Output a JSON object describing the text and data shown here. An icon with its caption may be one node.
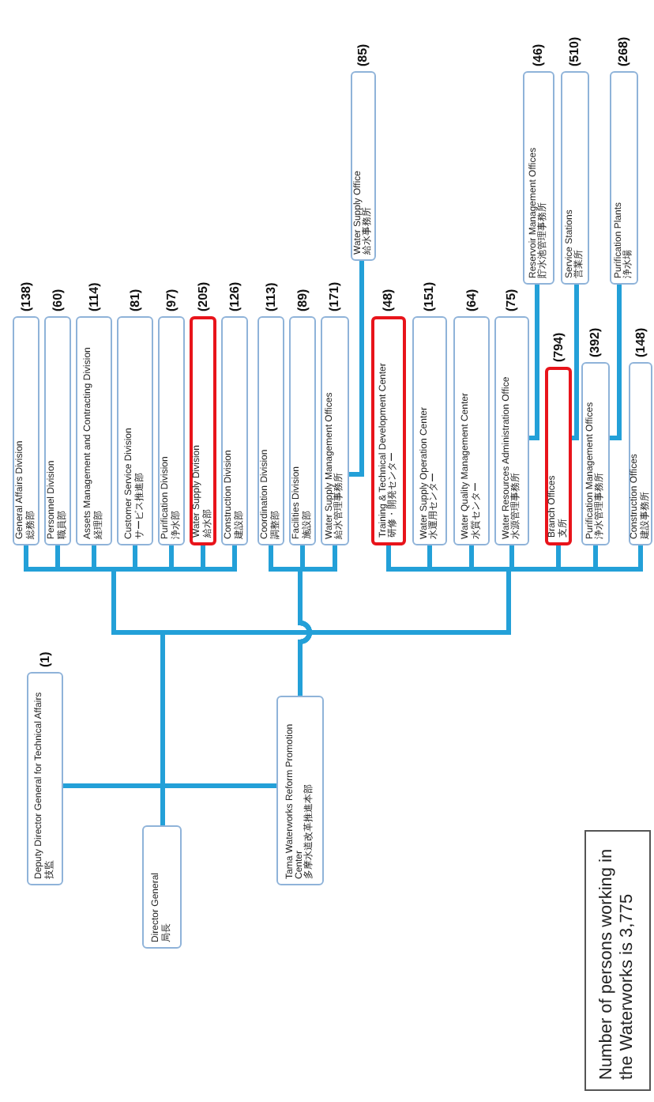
{
  "diagram": {
    "nodes": [
      {
        "text": [
          "Director General",
          "局長"
        ]
      },
      {
        "text": [
          "Deputy Director General for Technical Affairs",
          "技監"
        ],
        "beside": [
          "(1)"
        ]
      },
      {
        "text": [
          "Tama Waterworks Reform Promotion Center",
          "多摩水道改革推進本部"
        ]
      },
      {
        "text": [
          "General Affairs Division",
          "総務部"
        ],
        "beside": [
          "(138)"
        ]
      },
      {
        "text": [
          "Personnel Division",
          "職員部"
        ],
        "beside": [
          "(60)"
        ]
      },
      {
        "text": [
          "Assets Management and Contracting Division",
          "経理部"
        ],
        "beside": [
          "(114)"
        ]
      },
      {
        "text": [
          "Customer Service Division",
          "サービス推進部"
        ],
        "beside": [
          "(81)"
        ]
      },
      {
        "text": [
          "Purification Division",
          "浄水部"
        ],
        "beside": [
          "(97)"
        ]
      },
      {
        "text": [
          "Water Supply Division",
          "給水部"
        ],
        "beside": [
          "(205)"
        ]
      },
      {
        "text": [
          "Construction Division",
          "建設部"
        ],
        "beside": [
          "(126)"
        ]
      },
      {
        "text": [
          "Coordination Division",
          "調整部"
        ],
        "beside": [
          "(113)"
        ]
      },
      {
        "text": [
          "Facilities Division",
          "施設部"
        ],
        "beside": [
          "(89)"
        ]
      },
      {
        "text": [
          "Water Supply Management Offices",
          "給水管理事務所"
        ],
        "beside": [
          "(171)"
        ]
      },
      {
        "text": [
          "Water Supply Office",
          "給水事務所"
        ],
        "beside": [
          "(85)"
        ]
      },
      {
        "text": [
          "Training & Technical Development Center",
          "研修・開発センター"
        ],
        "beside": [
          "(48)"
        ]
      },
      {
        "text": [
          "Water Supply Operation Center",
          "水運用センター"
        ],
        "beside": [
          "(151)"
        ]
      },
      {
        "text": [
          "Water Quality Management Center",
          "水質センター"
        ],
        "beside": [
          "(64)"
        ]
      },
      {
        "text": [
          "Water Resources Administration Office",
          "水源管理事務所"
        ],
        "beside": [
          "(75)"
        ]
      },
      {
        "text": [
          "Branch Offices",
          "支所"
        ],
        "beside": [
          "(794)"
        ]
      },
      {
        "text": [
          "Purification Management Offices",
          "浄水管理事務所"
        ],
        "beside": [
          "(392)"
        ]
      },
      {
        "text": [
          "Construction Offices",
          "建設事務所"
        ],
        "beside": [
          "(148)"
        ]
      },
      {
        "text": [
          "Reservoir Management Offices",
          "貯水池管理事務所"
        ],
        "beside": [
          "(46)"
        ]
      },
      {
        "text": [
          "Service Stations",
          "営業所"
        ],
        "beside": [
          "(510)"
        ]
      },
      {
        "text": [
          "Purification Plants",
          "浄水場"
        ],
        "beside": [
          "(268)"
        ]
      },
      {
        "text": [
          "Number of persons working in the Waterworks is 3,775"
        ]
      }
    ],
    "edges": [
      {
        "from": 0,
        "to": 1,
        "arrow": "none"
      },
      {
        "from": 0,
        "to": 2,
        "arrow": "none"
      },
      {
        "from": 0,
        "to": 3,
        "arrow": "none"
      },
      {
        "from": 0,
        "to": 4,
        "arrow": "none"
      },
      {
        "from": 0,
        "to": 5,
        "arrow": "none"
      },
      {
        "from": 0,
        "to": 6,
        "arrow": "none"
      },
      {
        "from": 0,
        "to": 7,
        "arrow": "none"
      },
      {
        "from": 0,
        "to": 8,
        "arrow": "none"
      },
      {
        "from": 0,
        "to": 9,
        "arrow": "none"
      },
      {
        "from": 2,
        "to": 10,
        "arrow": "none"
      },
      {
        "from": 2,
        "to": 11,
        "arrow": "none"
      },
      {
        "from": 2,
        "to": 12,
        "arrow": "none"
      },
      {
        "from": 12,
        "to": 13,
        "arrow": "none"
      },
      {
        "from": 0,
        "to": 14,
        "arrow": "none"
      },
      {
        "from": 0,
        "to": 15,
        "arrow": "none"
      },
      {
        "from": 0,
        "to": 16,
        "arrow": "none"
      },
      {
        "from": 0,
        "to": 17,
        "arrow": "none"
      },
      {
        "from": 0,
        "to": 18,
        "arrow": "none"
      },
      {
        "from": 0,
        "to": 19,
        "arrow": "none"
      },
      {
        "from": 0,
        "to": 20,
        "arrow": "none"
      },
      {
        "from": 17,
        "to": 21,
        "arrow": "none"
      },
      {
        "from": 18,
        "to": 22,
        "arrow": "none"
      },
      {
        "from": 19,
        "to": 23,
        "arrow": "none"
      }
    ]
  }
}
